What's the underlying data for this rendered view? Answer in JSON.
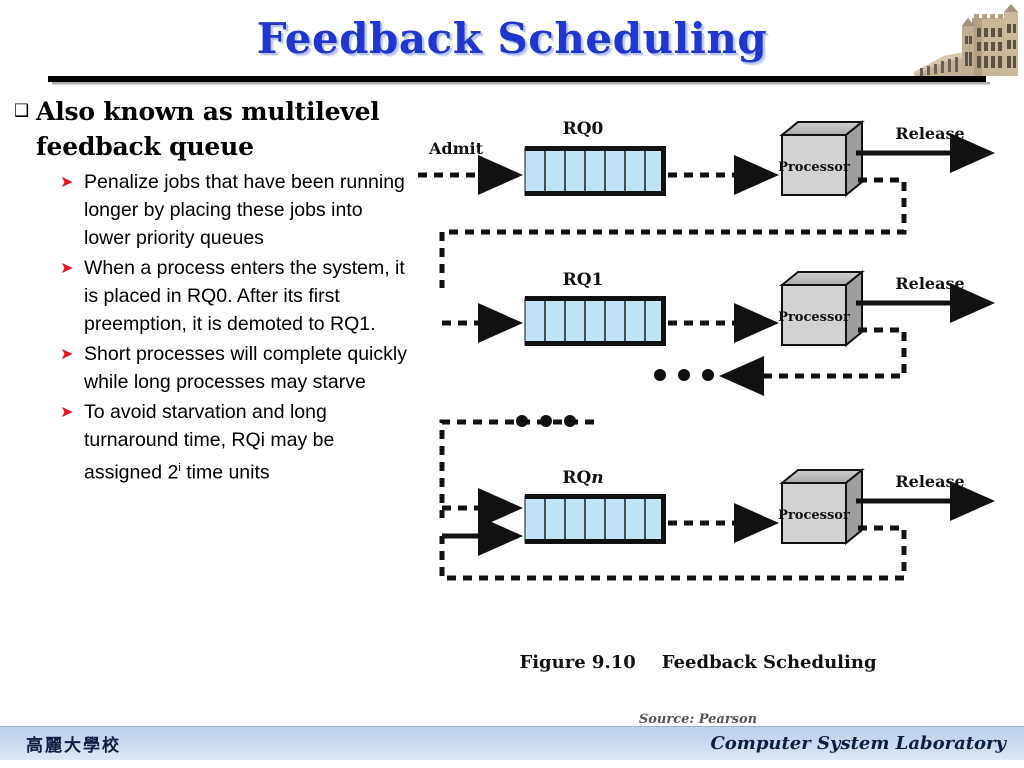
{
  "slide": {
    "title": "Feedback Scheduling",
    "accent_color": "#1f36cf",
    "header_photo_alt": "university-building-photo"
  },
  "bullets": {
    "level1": [
      {
        "bullet_glyph": "❑",
        "text": "Also known as multilevel feedback queue"
      }
    ],
    "level2_glyph": "➤",
    "level2": [
      {
        "text": "Penalize jobs that have been running longer by placing these jobs into lower priority queues"
      },
      {
        "text": "When a process enters the system, it is placed in RQ0. After its first preemption, it is demoted to RQ1."
      },
      {
        "text": "Short processes will complete quickly while long processes may starve"
      },
      {
        "text_before_sup": "To avoid starvation and long turnaround time, RQi may be assigned 2",
        "sup": "i",
        "text_after_sup": " time units"
      }
    ]
  },
  "diagram": {
    "admit_label": "Admit",
    "processor_label": "Processor",
    "release_label": "Release",
    "queue_cell_count": 7,
    "queue_fill_color": "#bfe2f5",
    "rows": [
      {
        "queue_label": "RQ0"
      },
      {
        "queue_label": "RQ1"
      },
      {
        "queue_label": "RQn"
      }
    ],
    "ellipsis_glyph": "• • •"
  },
  "figure": {
    "number": "Figure 9.10",
    "caption": "Feedback Scheduling",
    "source": "Source: Pearson"
  },
  "footer": {
    "university": "高麗大學校",
    "lab": "Computer System Laboratory"
  }
}
